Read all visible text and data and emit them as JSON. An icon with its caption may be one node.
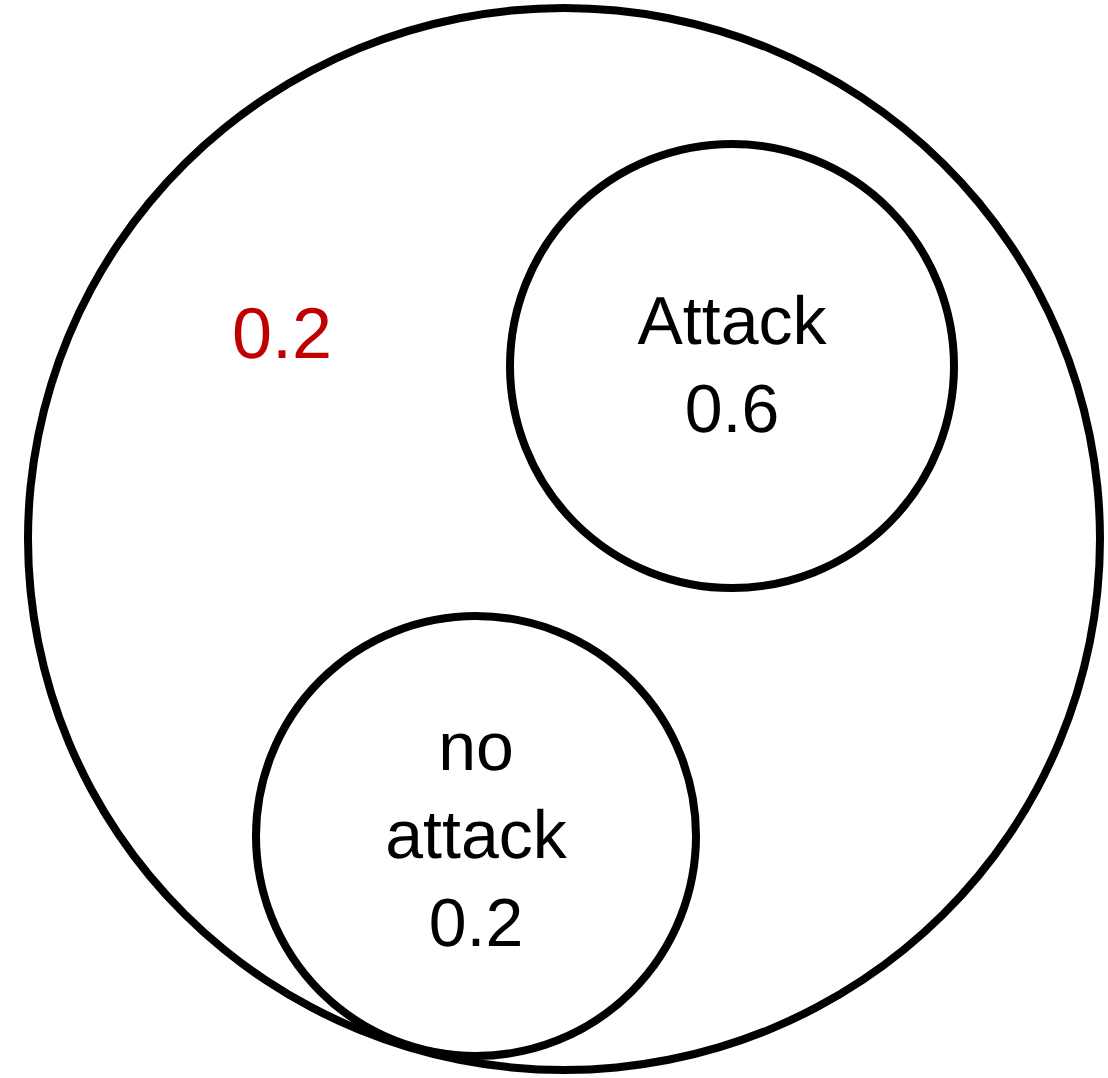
{
  "diagram": {
    "nodes": [
      {
        "text": [
          "0.2"
        ]
      },
      {
        "text": [
          "Attack",
          "0.6"
        ],
        "in": 0
      },
      {
        "text": [
          "no attack",
          "0.2"
        ],
        "in": 0
      }
    ]
  }
}
